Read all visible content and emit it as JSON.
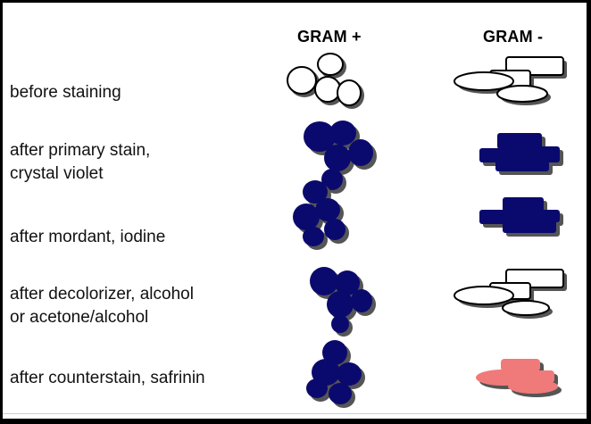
{
  "columns": {
    "gram_positive": "GRAM +",
    "gram_negative": "GRAM -"
  },
  "rows": [
    {
      "label_lines": [
        "before staining"
      ],
      "gram_positive_color": "#ffffff",
      "gram_negative_color": "#ffffff"
    },
    {
      "label_lines": [
        "after primary stain,",
        "crystal violet"
      ],
      "gram_positive_color": "#0a0a6e",
      "gram_negative_color": "#0a0a6e"
    },
    {
      "label_lines": [
        "after mordant, iodine"
      ],
      "gram_positive_color": "#0a0a6e",
      "gram_negative_color": "#0a0a6e"
    },
    {
      "label_lines": [
        "after decolorizer, alcohol",
        "or acetone/alcohol"
      ],
      "gram_positive_color": "#0a0a6e",
      "gram_negative_color": "#ffffff"
    },
    {
      "label_lines": [
        "after counterstain, safrinin"
      ],
      "gram_positive_color": "#0a0a6e",
      "gram_negative_color": "#f07a7a"
    }
  ],
  "colors": {
    "stain_violet": "#0a0a6e",
    "unstained": "#ffffff",
    "safranin_pink": "#f07a7a",
    "outline": "#000000",
    "shadow": "#555555"
  }
}
